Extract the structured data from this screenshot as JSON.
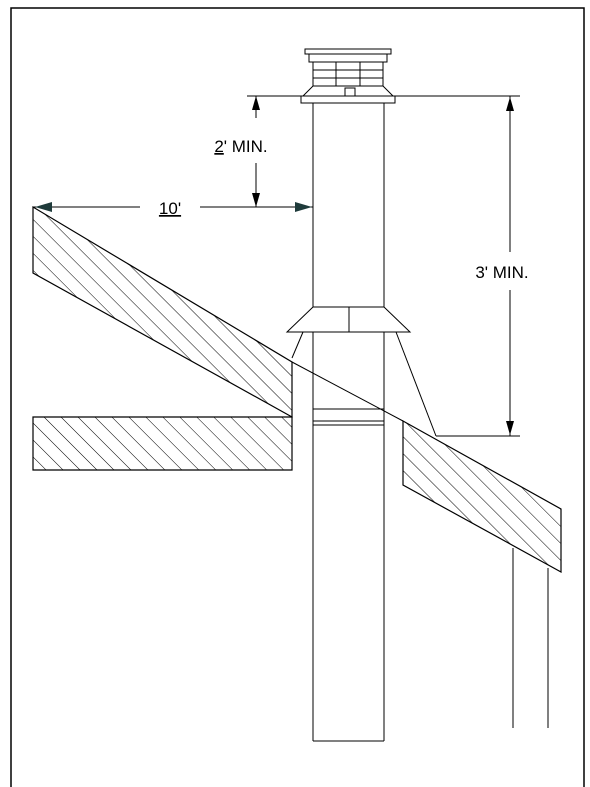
{
  "labels": {
    "two_ft_num": "2",
    "two_ft_rest": "' MIN.",
    "ten_ft": "10'",
    "three_ft": "3'  MIN."
  },
  "colors": {
    "line": "#000000",
    "accent": "#1f3b3b",
    "background": "#ffffff"
  }
}
